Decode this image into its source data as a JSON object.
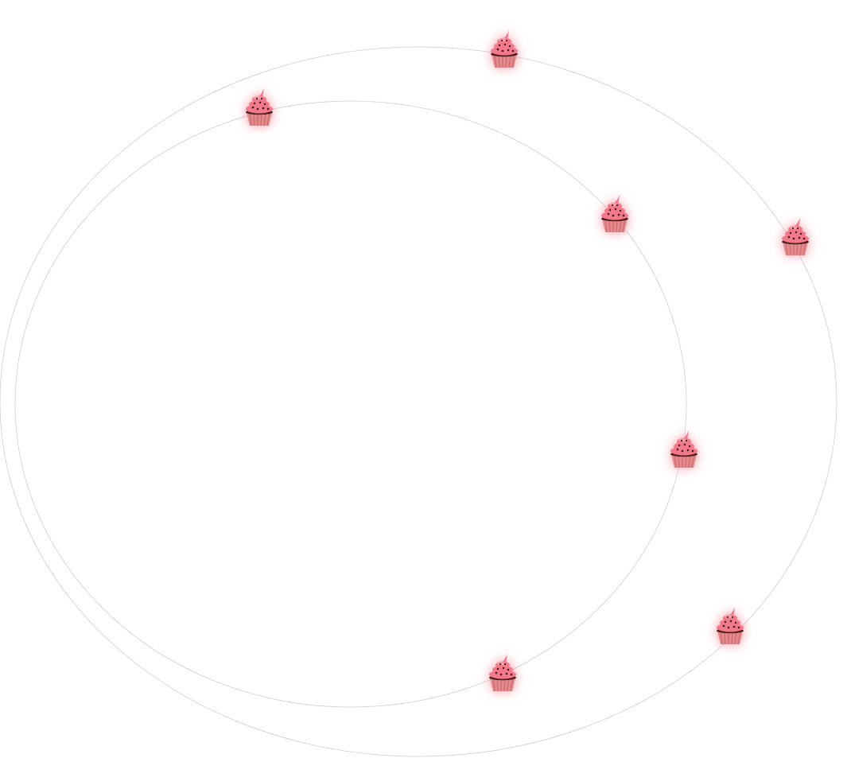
{
  "scene": {
    "orbits": [
      {
        "name": "outer-orbit",
        "stroke": "#cfcfcf"
      },
      {
        "name": "inner-orbit",
        "stroke": "#cfcfcf"
      }
    ],
    "items": [
      {
        "icon": "cupcake-icon",
        "orbit": "outer-orbit"
      },
      {
        "icon": "cupcake-icon",
        "orbit": "inner-orbit"
      },
      {
        "icon": "cupcake-icon",
        "orbit": "inner-orbit"
      },
      {
        "icon": "cupcake-icon",
        "orbit": "outer-orbit"
      },
      {
        "icon": "cupcake-icon",
        "orbit": "inner-orbit"
      },
      {
        "icon": "cupcake-icon",
        "orbit": "outer-orbit"
      },
      {
        "icon": "cupcake-icon",
        "orbit": "inner-orbit"
      }
    ],
    "colors": {
      "frosting": "#f2788a",
      "frosting_light": "#f9a7b3",
      "sprinkle": "#3a1d1d",
      "cake": "#4a1f1f",
      "wrapper": "#e58a8a",
      "wrapper_dark": "#c96a6f",
      "glow": "#ff5a6e"
    }
  }
}
